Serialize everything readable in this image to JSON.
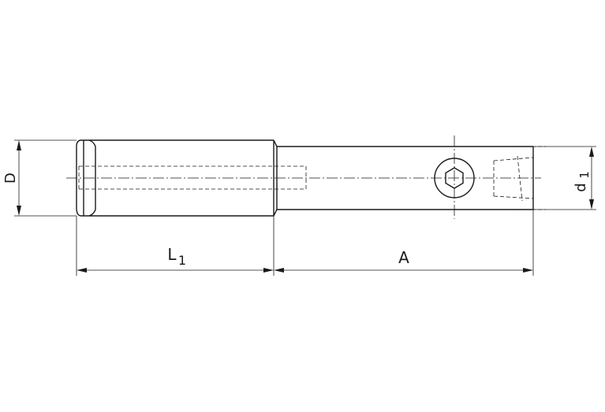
{
  "dimensions": {
    "D": "D",
    "L_main": "L",
    "L_sub": "1",
    "A": "A",
    "d_main": "d",
    "d_sub": "1"
  }
}
